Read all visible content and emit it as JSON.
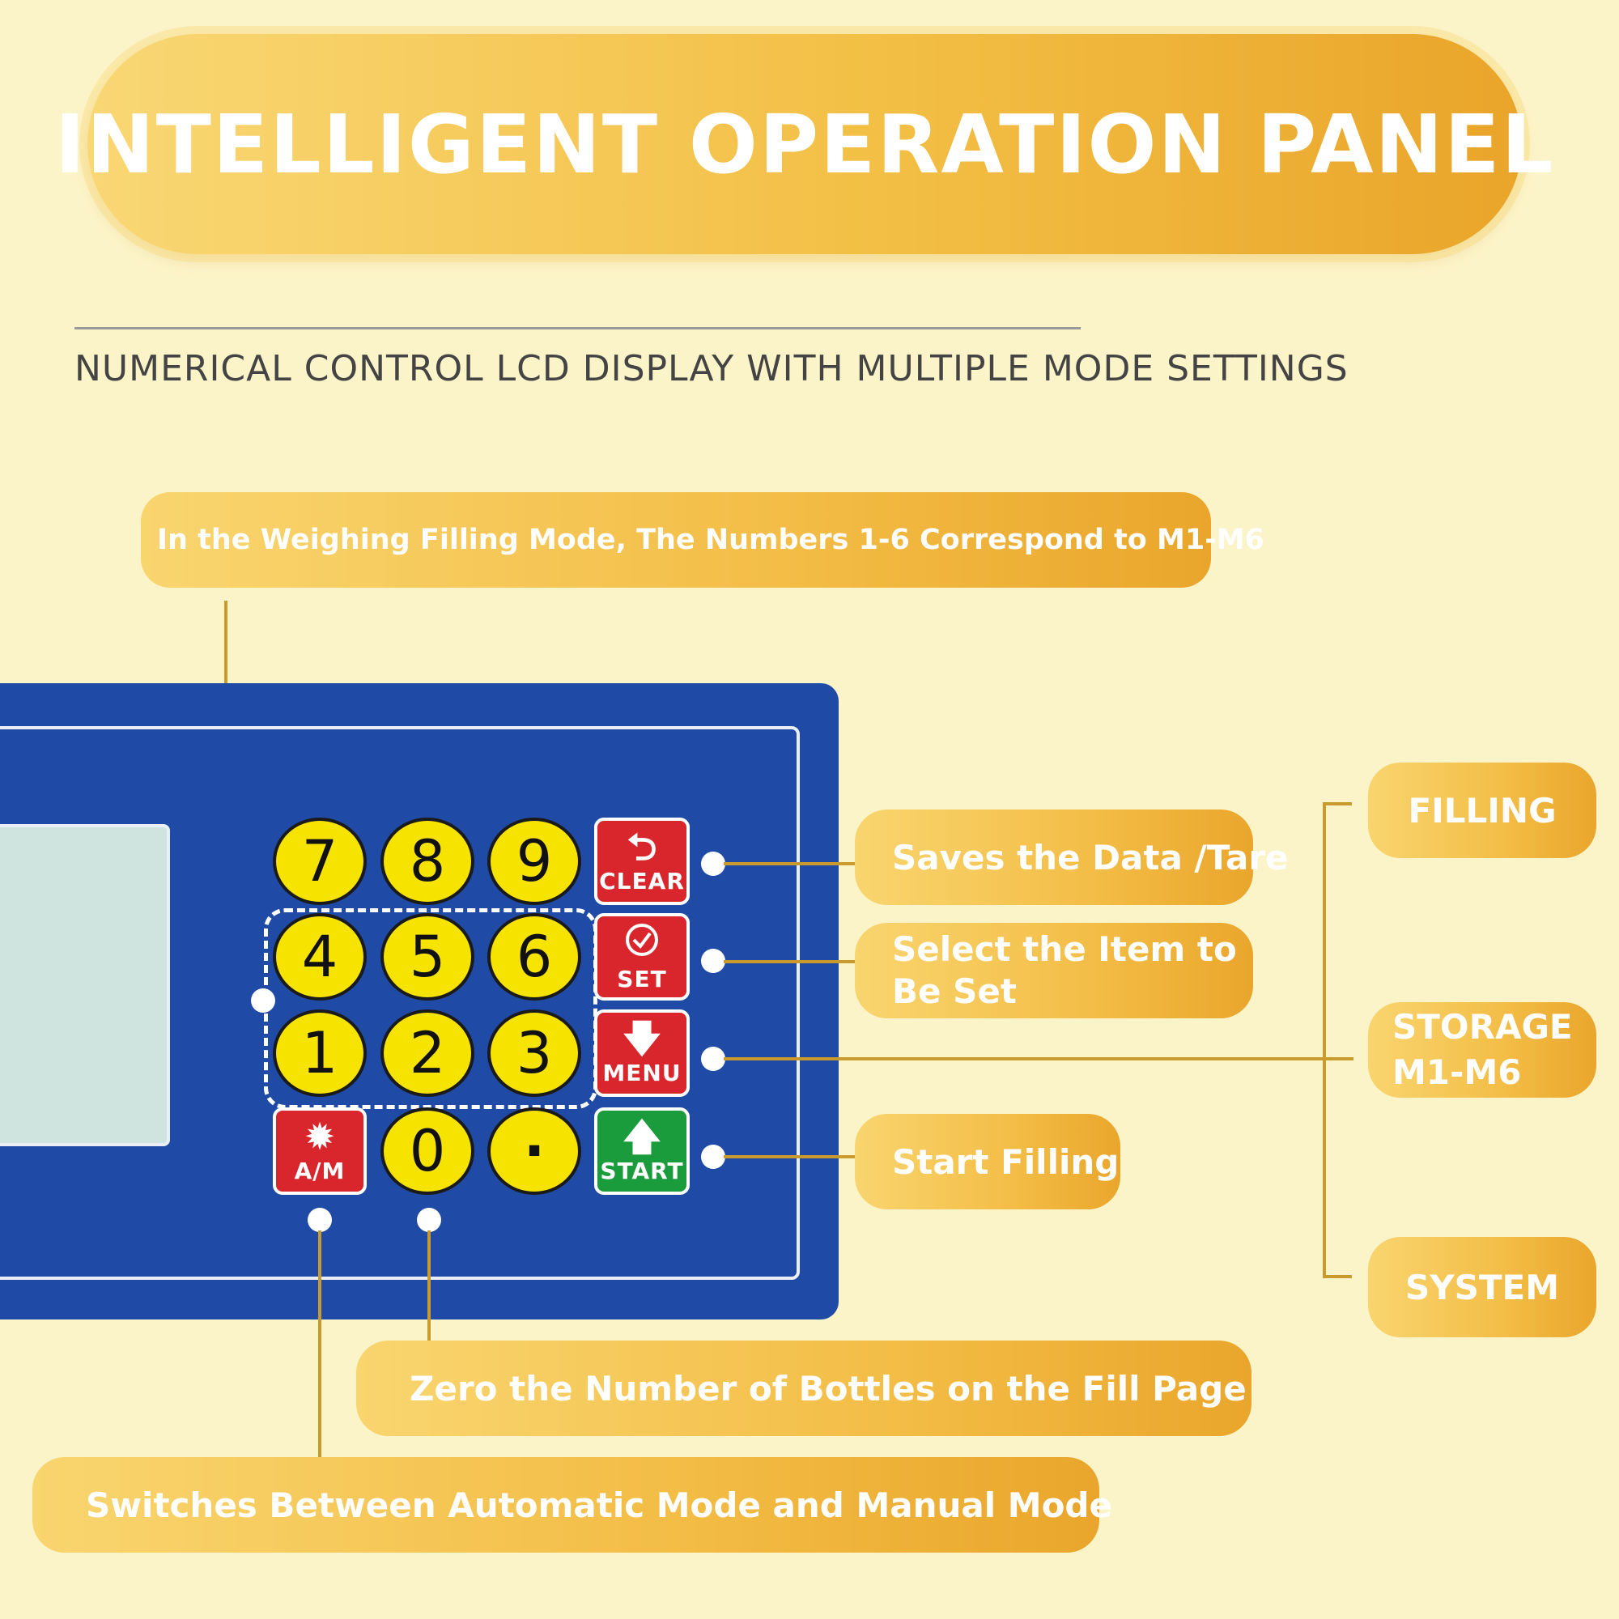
{
  "title": "INTELLIGENT OPERATION PANEL",
  "subtitle": "NUMERICAL CONTROL LCD DISPLAY WITH MULTIPLE MODE SETTINGS",
  "callouts": {
    "weighing": "In the Weighing Filling Mode, The Numbers 1-6 Correspond to M1-M6",
    "clear": "Saves the Data /Tare",
    "set_line1": "Select the Item to",
    "set_line2": "Be Set",
    "start": "Start Filling",
    "zero": "Zero the Number of Bottles on the Fill Page",
    "am": "Switches Between Automatic Mode and Manual Mode"
  },
  "menu_options": {
    "filling": "FILLING",
    "storage_line1": "STORAGE",
    "storage_line2": "M1-M6",
    "system": "SYSTEM"
  },
  "keypad": {
    "k7": "7",
    "k8": "8",
    "k9": "9",
    "k4": "4",
    "k5": "5",
    "k6": "6",
    "k1": "1",
    "k2": "2",
    "k3": "3",
    "k0": "0",
    "kdot": "·",
    "clear": "CLEAR",
    "set": "SET",
    "menu": "MENU",
    "start": "START",
    "am": "A/M"
  },
  "colors": {
    "background": "#fcf4c9",
    "accent": "#f3bf45",
    "panel": "#1f4aa6",
    "number_key": "#f6e300",
    "function_key_red": "#d9262c",
    "function_key_green": "#1a9b3c"
  }
}
